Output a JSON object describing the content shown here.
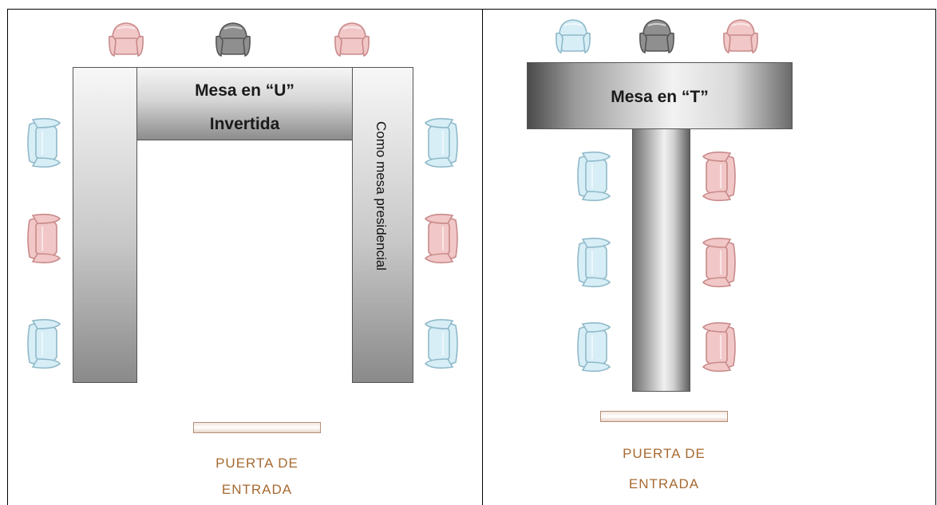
{
  "colors": {
    "chair_red": "#f1c7c7",
    "chair_red_stroke": "#c98a8a",
    "chair_blue": "#d7eef6",
    "chair_blue_stroke": "#8fb9c9",
    "chair_gray": "#8f8f8f",
    "chair_gray_stroke": "#555555",
    "door_text": "#a76a32"
  },
  "left_layout": {
    "table_label_line1": "Mesa en  “U”",
    "table_label_line2": "Invertida",
    "side_label": "Como mesa presidencial",
    "door_label_line1": "PUERTA  DE",
    "door_label_line2": "ENTRADA"
  },
  "right_layout": {
    "table_label": "Mesa en “T”",
    "door_label_line1": "PUERTA  DE",
    "door_label_line2": "ENTRADA"
  }
}
